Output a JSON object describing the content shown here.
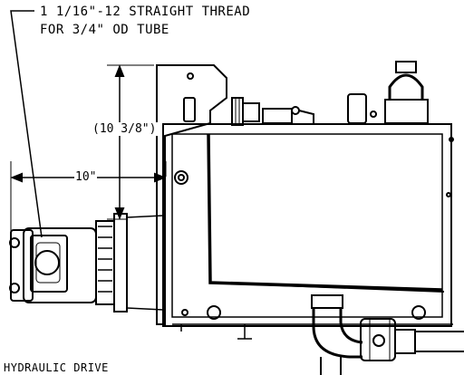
{
  "callout": {
    "line1": "1 1/16\"-12 STRAIGHT THREAD",
    "line2": "FOR 3/4\" OD TUBE"
  },
  "dimensions": {
    "horizontal": "10\"",
    "vertical": "(10 3/8\")"
  },
  "bottom_label": "HYDRAULIC DRIVE"
}
